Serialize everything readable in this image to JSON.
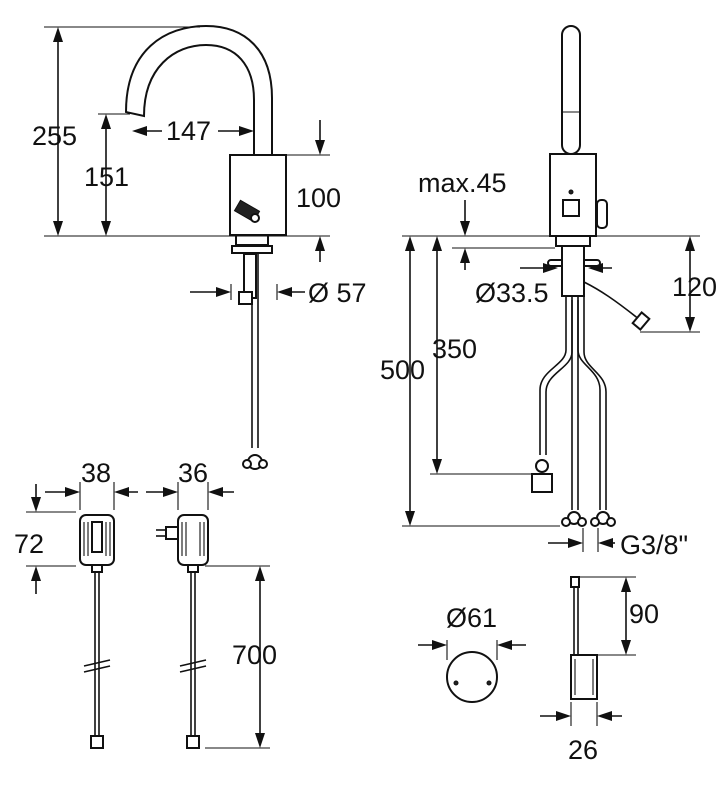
{
  "side_view": {
    "total_height": "255",
    "spout_height": "151",
    "spout_reach": "147",
    "body_height": "100",
    "body_diameter": "Ø 57"
  },
  "front_view": {
    "max_thickness": "max.45",
    "hole_diameter": "Ø33.5",
    "cable_length": "120",
    "hose_length_500": "500",
    "hose_length_350": "350",
    "connection": "G3/8\""
  },
  "power_supply": {
    "battery_width": "38",
    "adapter_width": "36",
    "box_height": "72",
    "cable_length": "700"
  },
  "sensor": {
    "diameter": "Ø61",
    "height": "90",
    "depth": "26"
  },
  "colors": {
    "line": "#111111",
    "background": "#ffffff"
  }
}
